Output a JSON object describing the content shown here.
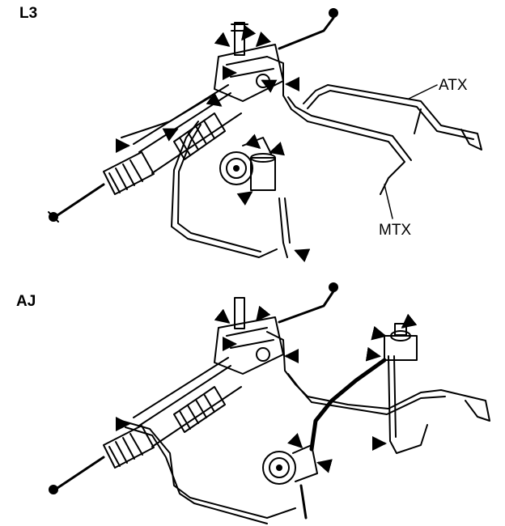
{
  "diagrams": [
    {
      "section_label": "L3",
      "callouts": [
        "ATX",
        "MTX"
      ]
    },
    {
      "section_label": "AJ",
      "callouts": []
    }
  ]
}
